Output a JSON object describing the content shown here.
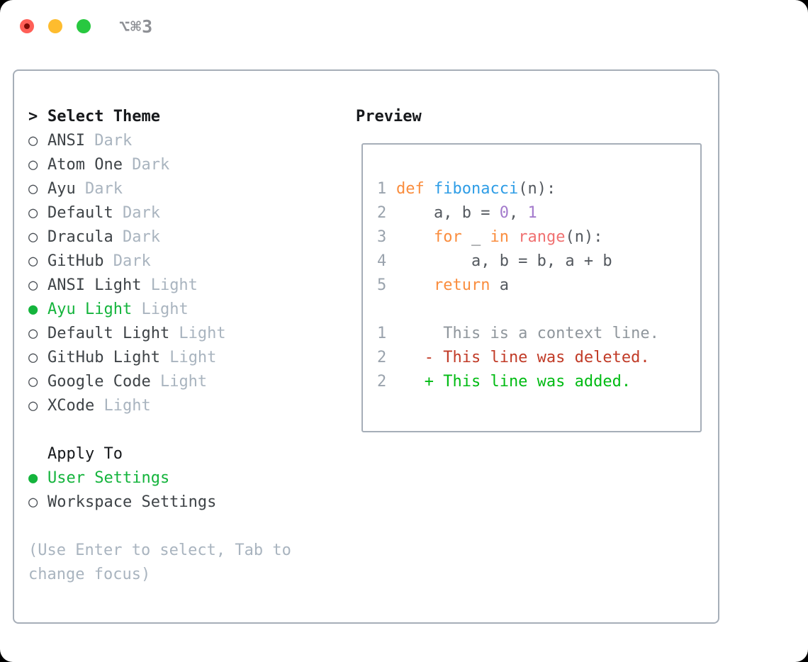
{
  "window": {
    "title": "⌥⌘3",
    "traffic_lights": {
      "close": "close-button",
      "minimize": "minimize-button",
      "zoom": "zoom-button"
    }
  },
  "ui_colors": {
    "selected_green": "#14b43c",
    "text_black": "#17191c",
    "text_dark": "#3e4347",
    "muted_gray": "#a9b4bf",
    "box_border": "#a6aeb8",
    "title_gray": "#8e9095",
    "traffic_red": "#ff5f57",
    "traffic_yellow": "#febc2e",
    "traffic_green": "#28c840"
  },
  "theme_picker": {
    "header_marker": ">",
    "header": "Select Theme",
    "unselected_icon": "○",
    "selected_icon": "●",
    "items": [
      {
        "name": "ANSI",
        "variant": "Dark",
        "selected": false
      },
      {
        "name": "Atom One",
        "variant": "Dark",
        "selected": false
      },
      {
        "name": "Ayu",
        "variant": "Dark",
        "selected": false
      },
      {
        "name": "Default",
        "variant": "Dark",
        "selected": false
      },
      {
        "name": "Dracula",
        "variant": "Dark",
        "selected": false
      },
      {
        "name": "GitHub",
        "variant": "Dark",
        "selected": false
      },
      {
        "name": "ANSI Light",
        "variant": "Light",
        "selected": false
      },
      {
        "name": "Ayu Light",
        "variant": "Light",
        "selected": true
      },
      {
        "name": "Default Light",
        "variant": "Light",
        "selected": false
      },
      {
        "name": "GitHub Light",
        "variant": "Light",
        "selected": false
      },
      {
        "name": "Google Code",
        "variant": "Light",
        "selected": false
      },
      {
        "name": "XCode",
        "variant": "Light",
        "selected": false
      }
    ]
  },
  "apply_to": {
    "header": "Apply To",
    "options": [
      {
        "label": "User Settings",
        "selected": true
      },
      {
        "label": "Workspace Settings",
        "selected": false
      }
    ]
  },
  "help_text": "(Use Enter to select, Tab to change focus)",
  "preview": {
    "header": "Preview",
    "syntax_colors": {
      "fg": "#54595f",
      "keyword": "#fa8d3e",
      "function": "#2e9de6",
      "number": "#a37acc",
      "builtin": "#f07171",
      "context": "#8f969c",
      "deleted": "#c13b27",
      "added": "#00bb13",
      "line_number": "#9aa3ad"
    },
    "code_lines": [
      {
        "num": "1",
        "segments": [
          {
            "text": "def ",
            "color": "keyword"
          },
          {
            "text": "fibonacci",
            "color": "function"
          },
          {
            "text": "(n):",
            "color": "fg"
          }
        ]
      },
      {
        "num": "2",
        "segments": [
          {
            "text": "    a, b = ",
            "color": "fg"
          },
          {
            "text": "0",
            "color": "number"
          },
          {
            "text": ", ",
            "color": "fg"
          },
          {
            "text": "1",
            "color": "number"
          }
        ]
      },
      {
        "num": "3",
        "segments": [
          {
            "text": "    ",
            "color": "fg"
          },
          {
            "text": "for",
            "color": "keyword"
          },
          {
            "text": " _ ",
            "color": "fg"
          },
          {
            "text": "in",
            "color": "keyword"
          },
          {
            "text": " ",
            "color": "fg"
          },
          {
            "text": "range",
            "color": "builtin"
          },
          {
            "text": "(n):",
            "color": "fg"
          }
        ]
      },
      {
        "num": "4",
        "segments": [
          {
            "text": "        a, b = b, a + b",
            "color": "fg"
          }
        ]
      },
      {
        "num": "5",
        "segments": [
          {
            "text": "    ",
            "color": "fg"
          },
          {
            "text": "return",
            "color": "keyword"
          },
          {
            "text": " a",
            "color": "fg"
          }
        ]
      },
      {
        "num": "",
        "segments": []
      },
      {
        "num": "1",
        "segments": [
          {
            "text": "     This is a context line.",
            "color": "context"
          }
        ]
      },
      {
        "num": "2",
        "segments": [
          {
            "text": "   - This line was deleted.",
            "color": "deleted"
          }
        ]
      },
      {
        "num": "2",
        "segments": [
          {
            "text": "   + This line was added.",
            "color": "added"
          }
        ]
      }
    ]
  }
}
